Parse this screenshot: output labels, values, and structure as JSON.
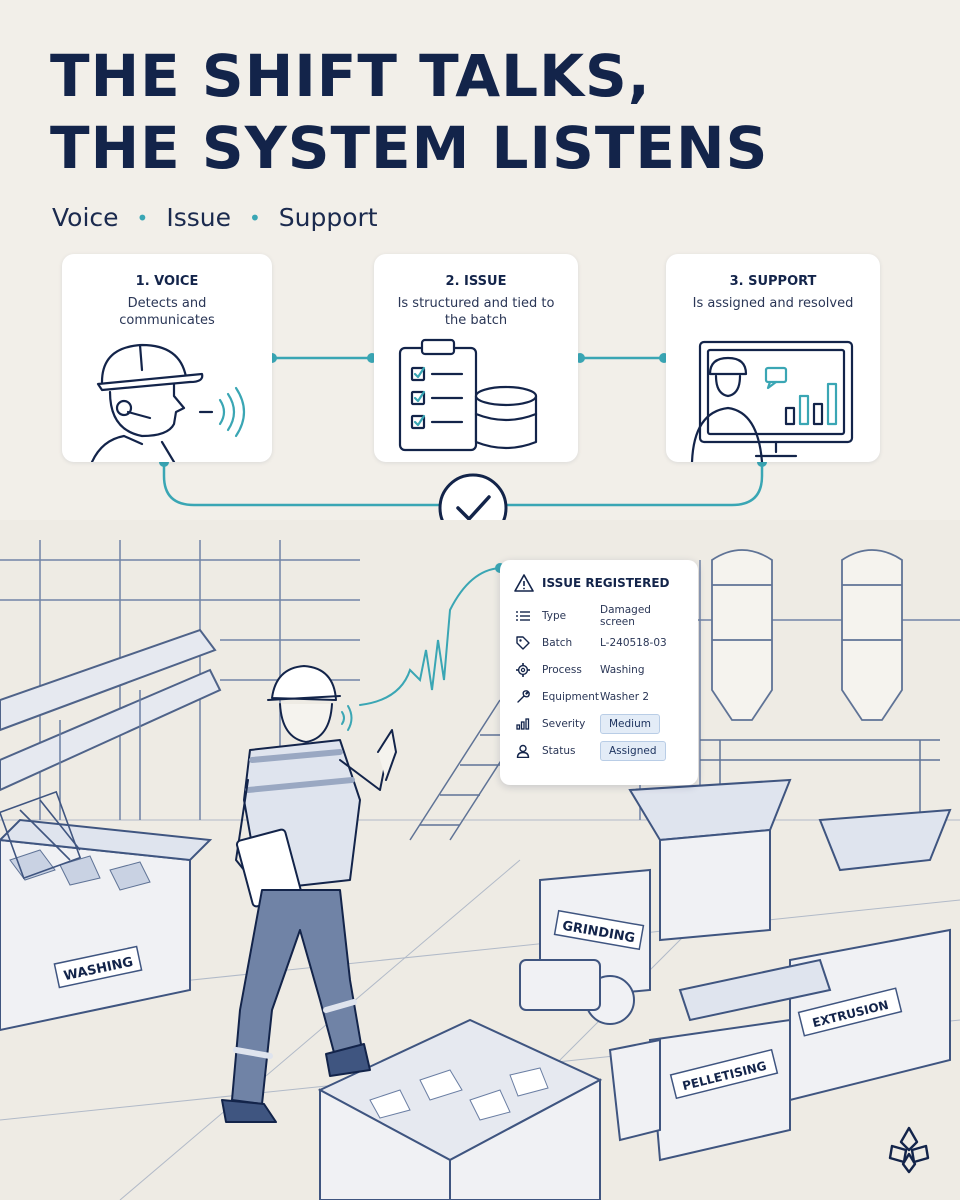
{
  "header": {
    "title_line1": "THE SHIFT TALKS,",
    "title_line2": "THE SYSTEM LISTENS",
    "subtitle_items": [
      "Voice",
      "Issue",
      "Support"
    ]
  },
  "steps": [
    {
      "title": "1. VOICE",
      "desc": "Detects and communicates",
      "icon": "worker-headset-icon"
    },
    {
      "title": "2. ISSUE",
      "desc": "Is structured and tied to the batch",
      "icon": "clipboard-database-icon"
    },
    {
      "title": "3. SUPPORT",
      "desc": "Is assigned and resolved",
      "icon": "monitor-dashboard-icon"
    }
  ],
  "confirm_icon": "checkmark-icon",
  "issue": {
    "heading": "ISSUE REGISTERED",
    "rows": [
      {
        "label": "Type",
        "value": "Damaged screen",
        "icon": "list-icon"
      },
      {
        "label": "Batch",
        "value": "L-240518-03",
        "icon": "tag-icon"
      },
      {
        "label": "Process",
        "value": "Washing",
        "icon": "gear-icon"
      },
      {
        "label": "Equipment",
        "value": "Washer 2",
        "icon": "wrench-icon"
      },
      {
        "label": "Severity",
        "value": "Medium",
        "icon": "bars-icon",
        "badge": true
      },
      {
        "label": "Status",
        "value": "Assigned",
        "icon": "user-icon",
        "badge": true
      }
    ]
  },
  "scene_labels": {
    "washing": "WASHING",
    "grinding": "GRINDING",
    "pelletising": "PELLETISING",
    "extrusion": "EXTRUSION"
  },
  "colors": {
    "navy": "#13244a",
    "teal": "#3aa6b4",
    "background": "#f2efe9",
    "line_art": "#5f7396"
  }
}
